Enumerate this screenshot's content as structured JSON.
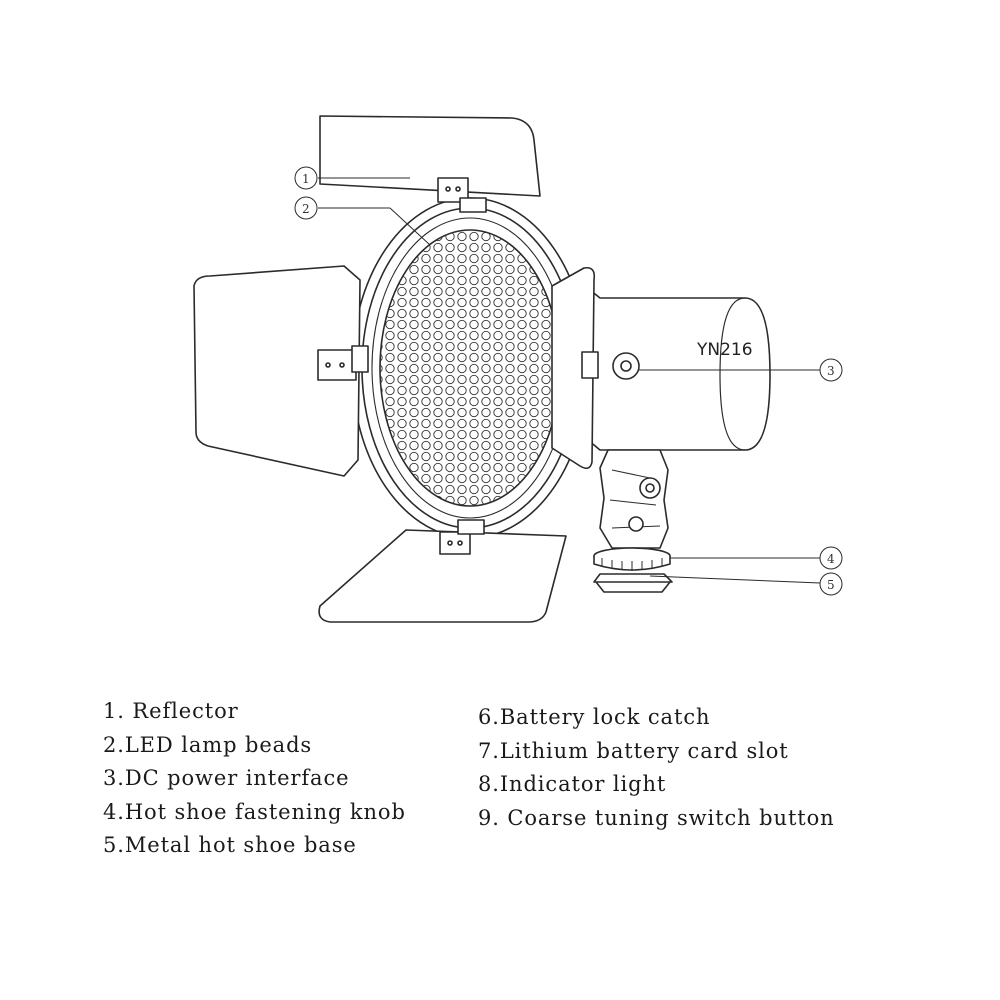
{
  "diagram": {
    "model_label": "YN216",
    "callouts": [
      "1",
      "2",
      "3",
      "4",
      "5"
    ]
  },
  "legend": {
    "left": [
      "1. Reflector",
      "2.LED lamp beads",
      "3.DC power interface",
      "4.Hot shoe fastening knob",
      "5.Metal hot shoe base"
    ],
    "right": [
      "6.Battery lock catch",
      "7.Lithium battery card slot",
      "8.Indicator light",
      "9. Coarse tuning switch button"
    ]
  }
}
